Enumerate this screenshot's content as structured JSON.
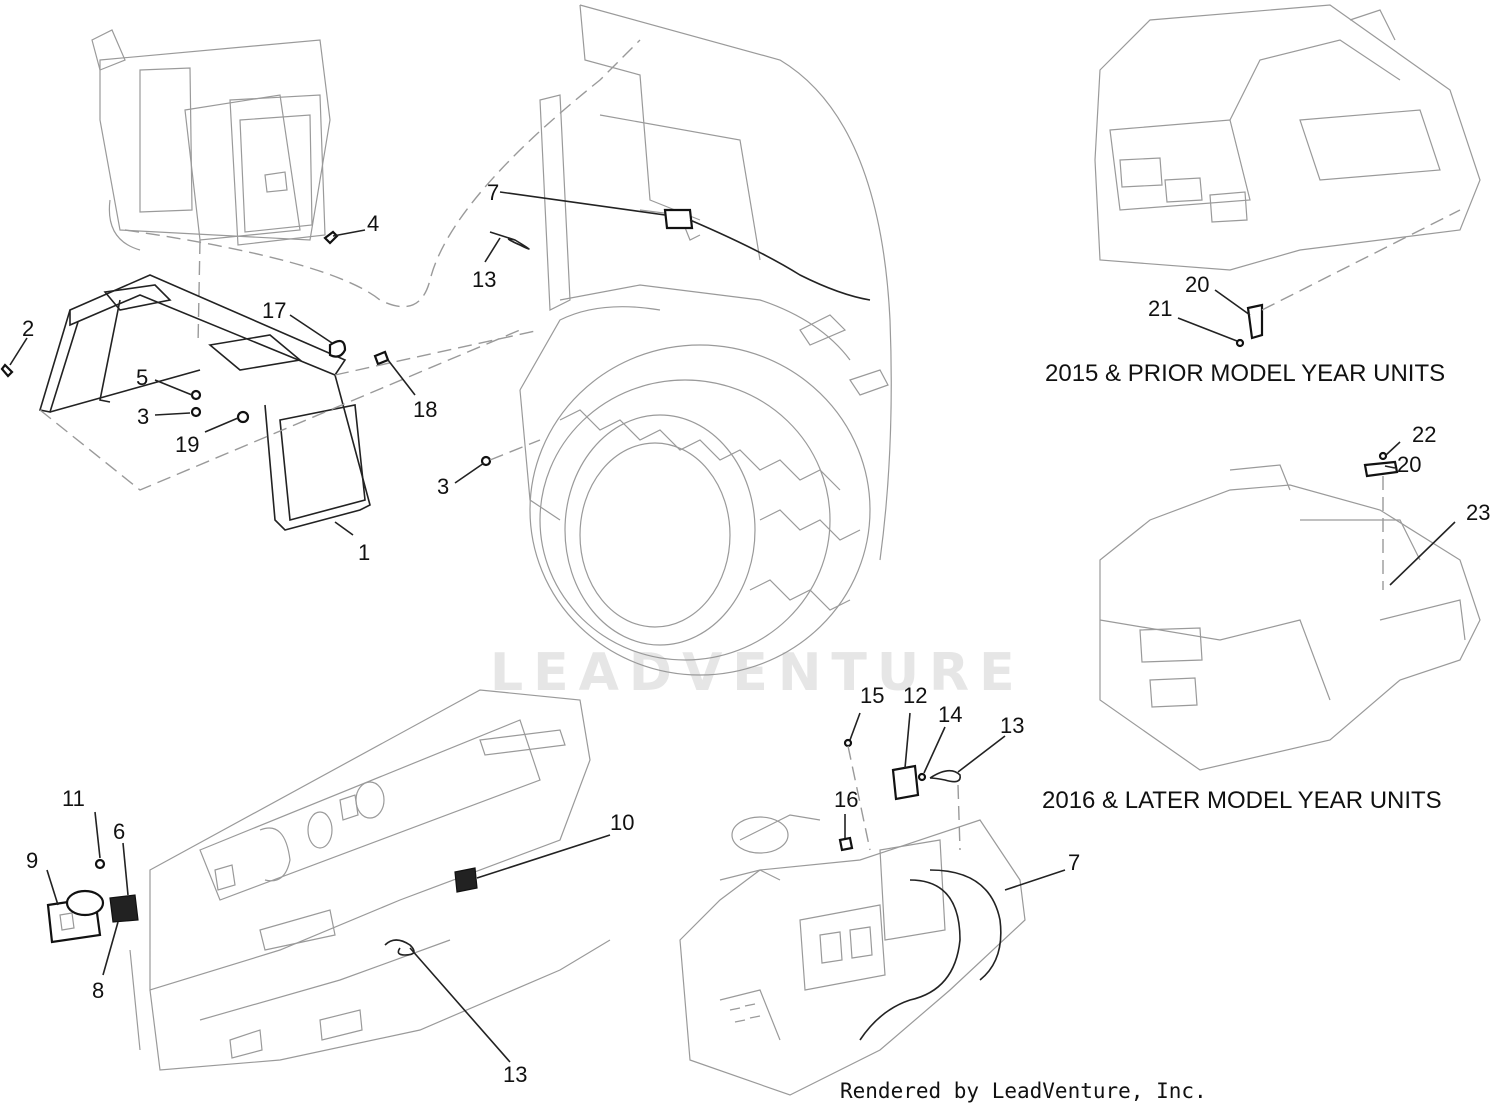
{
  "diagram": {
    "watermark": "LEADVENTURE",
    "credit": "Rendered by LeadVenture, Inc.",
    "captions": {
      "prior": "2015 & PRIOR MODEL YEAR UNITS",
      "later": "2016 & LATER MODEL YEAR UNITS"
    },
    "callouts": {
      "c1": "1",
      "c2": "2",
      "c3a": "3",
      "c3b": "3",
      "c4": "4",
      "c5": "5",
      "c6": "6",
      "c7a": "7",
      "c7b": "7",
      "c8": "8",
      "c9": "9",
      "c10": "10",
      "c11": "11",
      "c12": "12",
      "c13a": "13",
      "c13b": "13",
      "c13c": "13",
      "c14": "14",
      "c15": "15",
      "c16": "16",
      "c17": "17",
      "c18": "18",
      "c19": "19",
      "c20a": "20",
      "c20b": "20",
      "c21": "21",
      "c22": "22",
      "c23": "23"
    }
  }
}
